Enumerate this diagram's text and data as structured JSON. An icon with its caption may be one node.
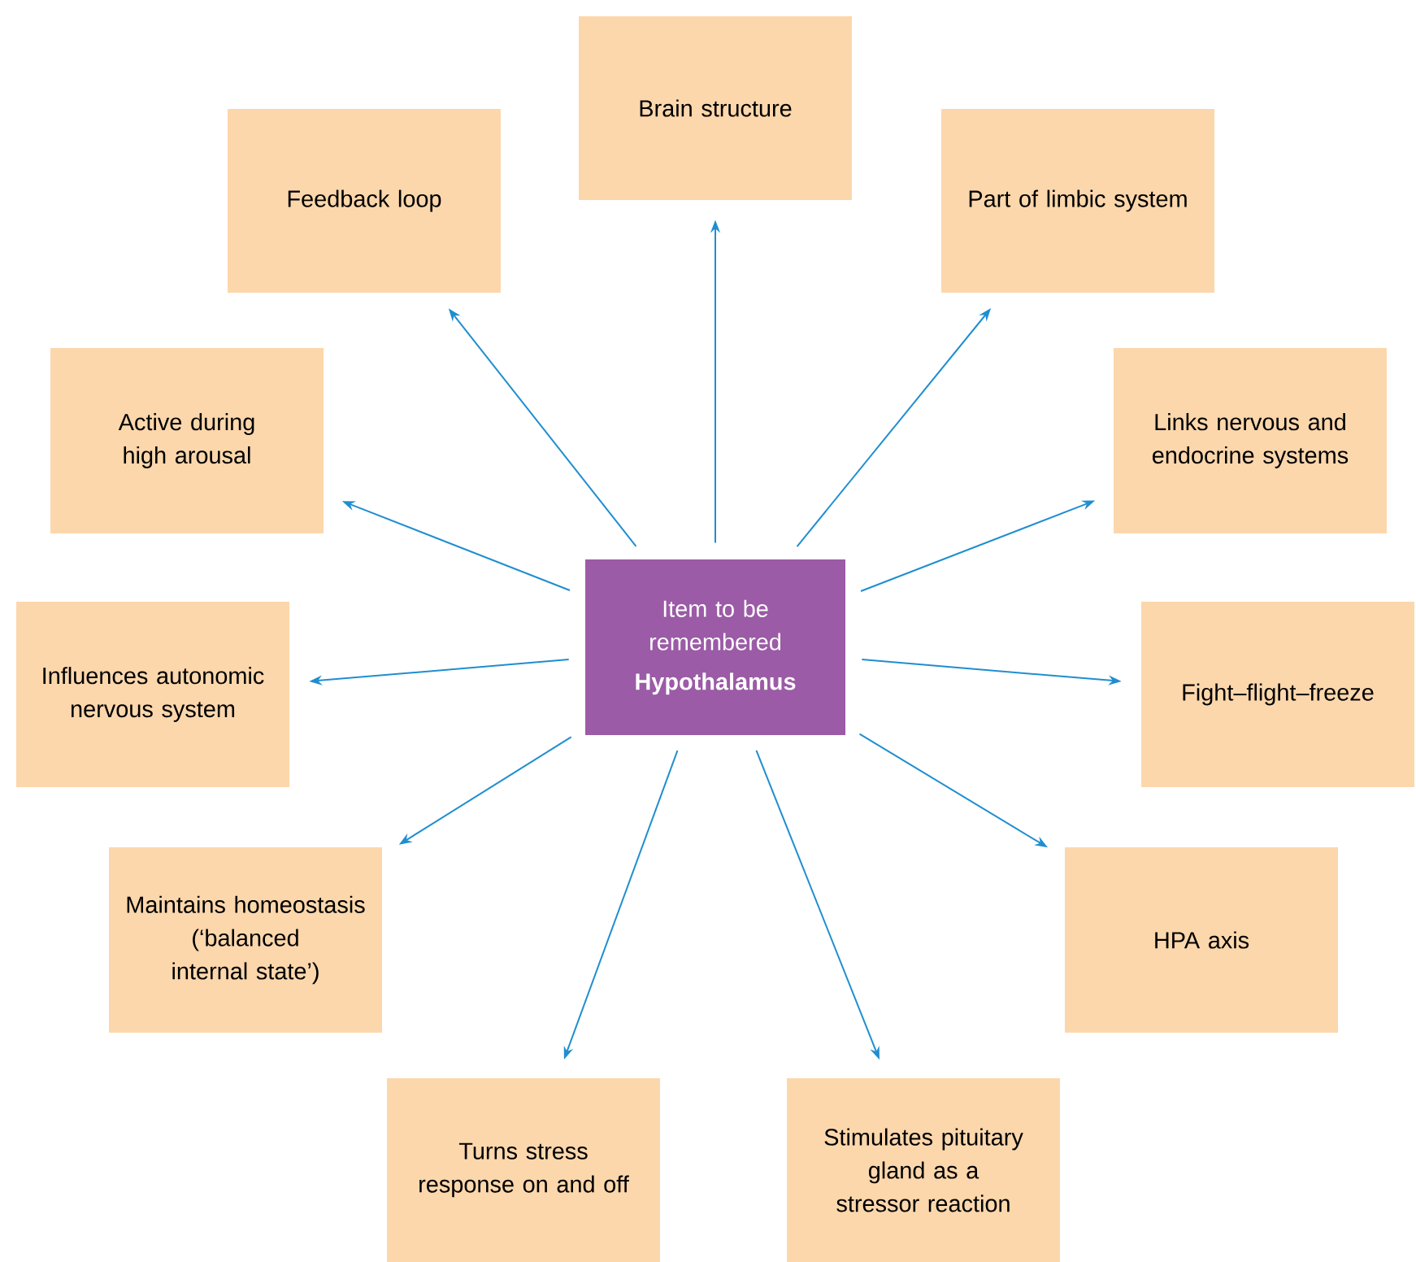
{
  "diagram": {
    "nodes": [
      {
        "text": [
          "Item to be remembered",
          "Hypothalamus"
        ]
      },
      {
        "text": [
          "Brain structure"
        ]
      },
      {
        "text": [
          "Part of limbic system"
        ]
      },
      {
        "text": [
          "Links nervous and endocrine systems"
        ]
      },
      {
        "text": [
          "Fight–flight–freeze"
        ]
      },
      {
        "text": [
          "HPA axis"
        ]
      },
      {
        "text": [
          "Stimulates pituitary gland as a stressor reaction"
        ]
      },
      {
        "text": [
          "Turns stress response on and off"
        ]
      },
      {
        "text": [
          "Maintains homeostasis (‘balanced internal state’)"
        ]
      },
      {
        "text": [
          "Influences autonomic nervous system"
        ]
      },
      {
        "text": [
          "Active during high arousal"
        ]
      },
      {
        "text": [
          "Feedback loop"
        ]
      }
    ],
    "edges": [
      {
        "from": 0,
        "to": 1,
        "arrow": "to"
      },
      {
        "from": 0,
        "to": 2,
        "arrow": "to"
      },
      {
        "from": 0,
        "to": 3,
        "arrow": "to"
      },
      {
        "from": 0,
        "to": 4,
        "arrow": "to"
      },
      {
        "from": 0,
        "to": 5,
        "arrow": "to"
      },
      {
        "from": 0,
        "to": 6,
        "arrow": "to"
      },
      {
        "from": 0,
        "to": 7,
        "arrow": "to"
      },
      {
        "from": 0,
        "to": 8,
        "arrow": "to"
      },
      {
        "from": 0,
        "to": 9,
        "arrow": "to"
      },
      {
        "from": 0,
        "to": 10,
        "arrow": "to"
      },
      {
        "from": 0,
        "to": 11,
        "arrow": "to"
      }
    ]
  }
}
